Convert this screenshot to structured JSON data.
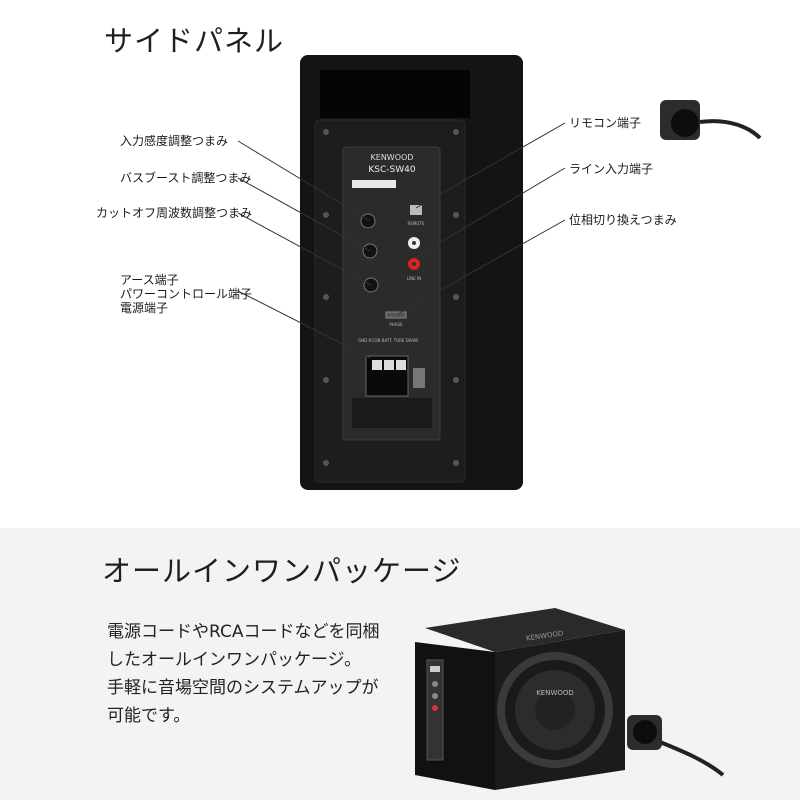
{
  "section1": {
    "title": "サイドパネル",
    "brand": "KENWOOD",
    "model": "KSC-SW40",
    "callouts_left": [
      "入力感度調整つまみ",
      "バスブースト調整つまみ",
      "カットオフ周波数調整つまみ",
      "アース端子",
      "パワーコントロール端子",
      "電源端子"
    ],
    "callouts_right": [
      "リモコン端子",
      "ライン入力端子",
      "位相切り換えつまみ"
    ],
    "panel_labels": {
      "terminals": "GND P.CON BATT. TURE DRAW",
      "phase": "PHASE",
      "line_in": "LINE IN",
      "remote": "REMOTE"
    }
  },
  "section2": {
    "title": "オールインワンパッケージ",
    "description_lines": [
      "電源コードやRCAコードなどを同梱",
      "したオールインワンパッケージ。",
      "手軽に音場空間のシステムアップが",
      "可能です。"
    ],
    "brand": "KENWOOD"
  }
}
